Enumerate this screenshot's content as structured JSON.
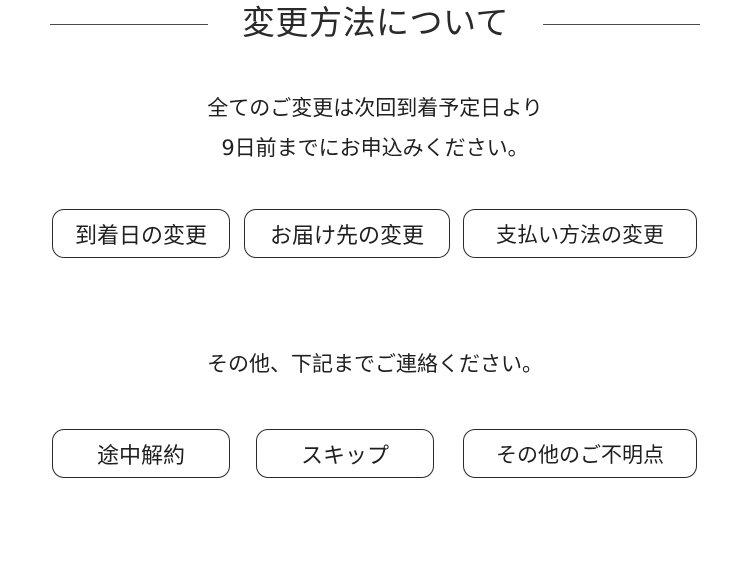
{
  "section": {
    "title": "変更方法について"
  },
  "intro": {
    "line1": "全てのご変更は次回到着予定日より",
    "line2": "9日前までにお申込みください。"
  },
  "change_buttons": {
    "arrival_date": "到着日の変更",
    "delivery_address": "お届け先の変更",
    "payment_method": "支払い方法の変更"
  },
  "other": {
    "note": "その他、下記までご連絡ください。"
  },
  "other_buttons": {
    "cancel": "途中解約",
    "skip": "スキップ",
    "other_questions": "その他のご不明点"
  },
  "colors": {
    "text": "#1f1f1f",
    "border": "#2a2a2a",
    "background": "#ffffff"
  }
}
